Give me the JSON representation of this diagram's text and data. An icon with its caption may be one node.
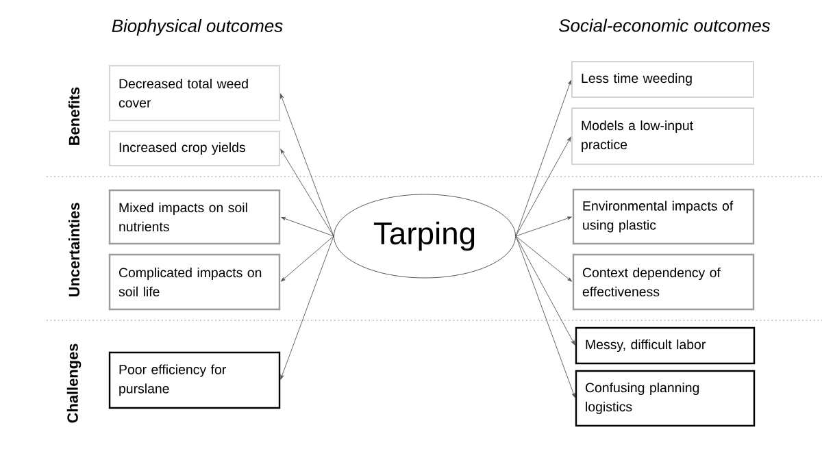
{
  "diagram": {
    "nodes": [
      {
        "text": [
          "Tarping"
        ]
      },
      {
        "text": [
          "Decreased total weed cover"
        ]
      },
      {
        "text": [
          "Increased crop yields"
        ]
      },
      {
        "text": [
          "Mixed impacts on soil nutrients"
        ]
      },
      {
        "text": [
          "Complicated impacts on soil life"
        ]
      },
      {
        "text": [
          "Poor efficiency for purslane"
        ]
      },
      {
        "text": [
          "Less time weeding"
        ]
      },
      {
        "text": [
          "Models a low-input practice"
        ]
      },
      {
        "text": [
          "Environmental impacts of using plastic"
        ]
      },
      {
        "text": [
          "Context dependency of effectiveness"
        ]
      },
      {
        "text": [
          "Messy, difficult labor"
        ]
      },
      {
        "text": [
          "Confusing planning logistics"
        ]
      }
    ],
    "edges": [
      {
        "from": 0,
        "to": 1,
        "arrow": "to"
      },
      {
        "from": 0,
        "to": 2,
        "arrow": "to"
      },
      {
        "from": 0,
        "to": 3,
        "arrow": "to"
      },
      {
        "from": 0,
        "to": 4,
        "arrow": "to"
      },
      {
        "from": 0,
        "to": 5,
        "arrow": "to"
      },
      {
        "from": 0,
        "to": 6,
        "arrow": "to"
      },
      {
        "from": 0,
        "to": 7,
        "arrow": "to"
      },
      {
        "from": 0,
        "to": 8,
        "arrow": "to"
      },
      {
        "from": 0,
        "to": 9,
        "arrow": "to"
      },
      {
        "from": 0,
        "to": 10,
        "arrow": "to"
      },
      {
        "from": 0,
        "to": 11,
        "arrow": "to"
      }
    ],
    "labels": [
      "Biophysical outcomes",
      "Social-economic outcomes",
      "Benefits",
      "Uncertainties",
      "Challenges"
    ]
  }
}
